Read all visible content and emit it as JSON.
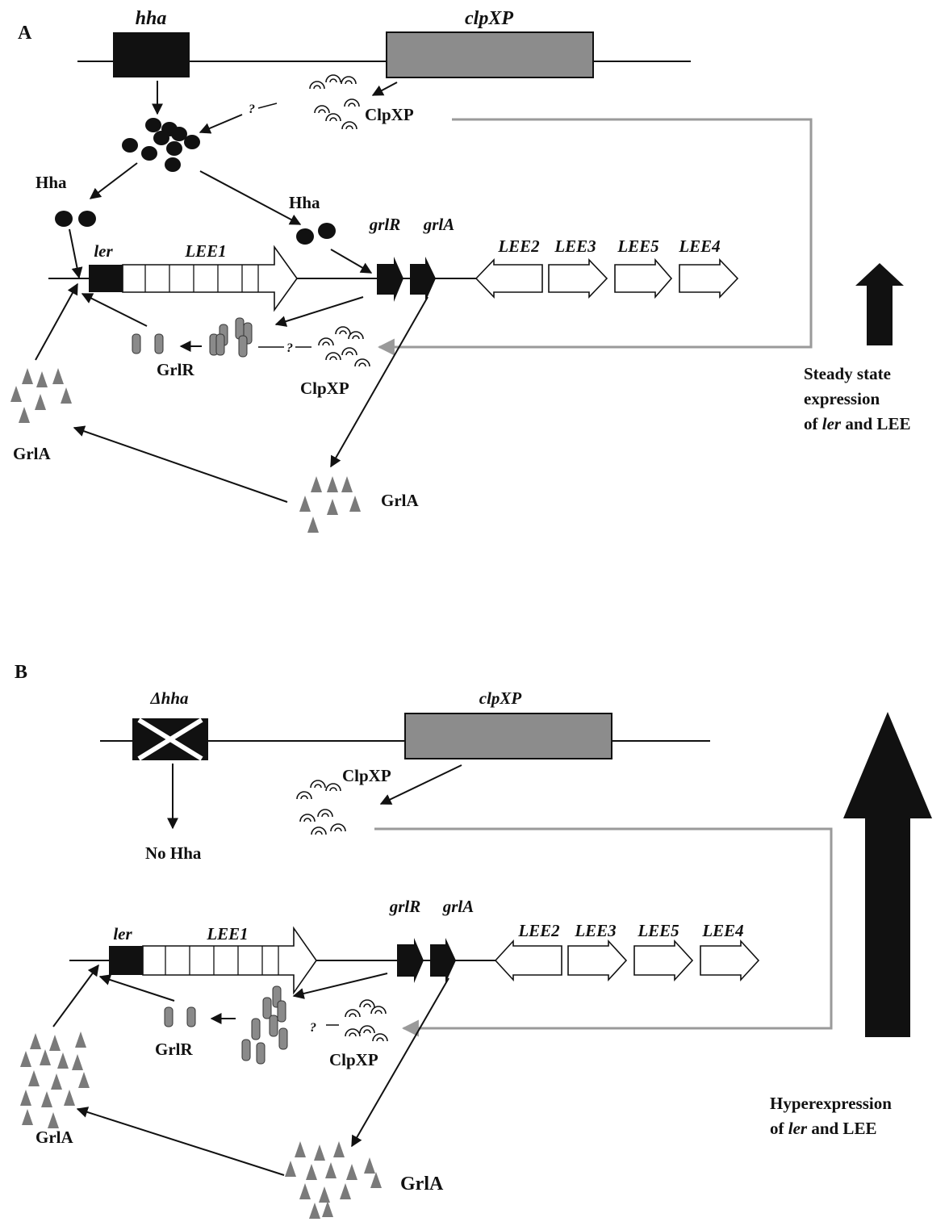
{
  "panel_a": {
    "letter": "A",
    "gene_hha": "hha",
    "gene_clpxp": "clpXP",
    "clpxp_protein": "ClpXP",
    "clpxp_protein_lower": "ClpXP",
    "question_upper": "?",
    "question_lower": "?",
    "hha_left": "Hha",
    "hha_right": "Hha",
    "ler": "ler",
    "lee1": "LEE1",
    "grlr_gene": "grlR",
    "grla_gene": "grlA",
    "lee2": "LEE2",
    "lee3": "LEE3",
    "lee5": "LEE5",
    "lee4": "LEE4",
    "grlr_protein": "GrlR",
    "grla_left": "GrlA",
    "grla_bottom": "GrlA",
    "outcome_line1": "Steady state",
    "outcome_line2": "expression",
    "outcome_line3_prefix": "of ",
    "outcome_line3_ital": "ler",
    "outcome_line3_suffix": " and LEE"
  },
  "panel_b": {
    "letter": "B",
    "gene_hha": "Δhha",
    "gene_clpxp": "clpXP",
    "clpxp_protein": "ClpXP",
    "clpxp_protein_lower": "ClpXP",
    "question": "?",
    "no_hha": "No Hha",
    "ler": "ler",
    "lee1": "LEE1",
    "grlr_gene": "grlR",
    "grla_gene": "grlA",
    "lee2": "LEE2",
    "lee3": "LEE3",
    "lee5": "LEE5",
    "lee4": "LEE4",
    "grlr_protein": "GrlR",
    "grla_left": "GrlA",
    "grla_bottom": "GrlA",
    "outcome_line1": "Hyperexpression",
    "outcome_line2_prefix": "of ",
    "outcome_line2_ital": "ler",
    "outcome_line2_suffix": " and LEE"
  },
  "colors": {
    "black_gene": "#111111",
    "clpxp_box": "#8c8c8c",
    "grey_feedback": "#9a9a9a",
    "grl_protein": "#8a8a8a",
    "triangle": "#7a7a7a"
  }
}
